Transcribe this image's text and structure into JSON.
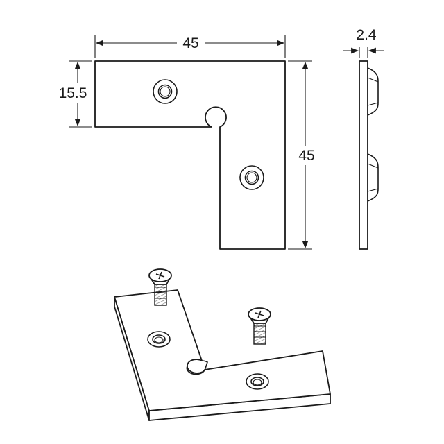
{
  "dimensions": {
    "width_top": "45",
    "height_right": "45",
    "arm_width": "15.5",
    "thickness": "2.4"
  },
  "colors": {
    "line": "#1a1a1a",
    "fill": "#ffffff",
    "hatch": "#8a8a8a"
  }
}
